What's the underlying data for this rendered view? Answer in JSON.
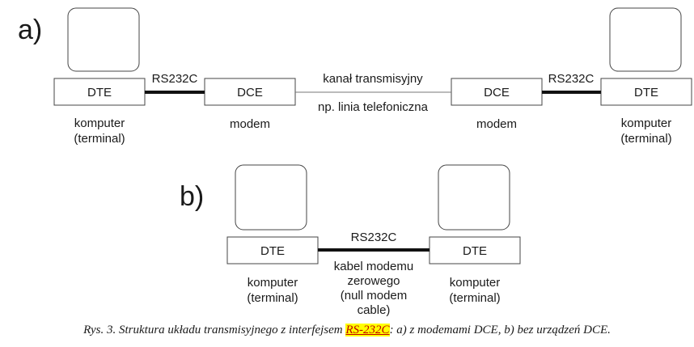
{
  "part_a": {
    "label": "a)",
    "left_dte": "DTE",
    "left_dce": "DCE",
    "right_dce": "DCE",
    "right_dte": "DTE",
    "left_link": "RS232C",
    "right_link": "RS232C",
    "channel_top": "kanał transmisyjny",
    "channel_bottom": "np. linia telefoniczna",
    "left_computer": [
      "komputer",
      "(terminal)"
    ],
    "left_modem": "modem",
    "right_modem": "modem",
    "right_computer": [
      "komputer",
      "(terminal)"
    ]
  },
  "part_b": {
    "label": "b)",
    "left_dte": "DTE",
    "right_dte": "DTE",
    "link": "RS232C",
    "cable": [
      "kabel modemu",
      "zerowego",
      "(null modem",
      "cable)"
    ],
    "left_computer": [
      "komputer",
      "(terminal)"
    ],
    "right_computer": [
      "komputer",
      "(terminal)"
    ]
  },
  "caption": {
    "prefix": "Rys. 3. Struktura układu transmisyjnego z interfejsem ",
    "highlight": "RS-232C",
    "suffix": ": a) z modemami DCE, b) bez urządzeń DCE."
  },
  "colors": {
    "highlight": "#ffff00",
    "highlight_text": "#c00000"
  }
}
